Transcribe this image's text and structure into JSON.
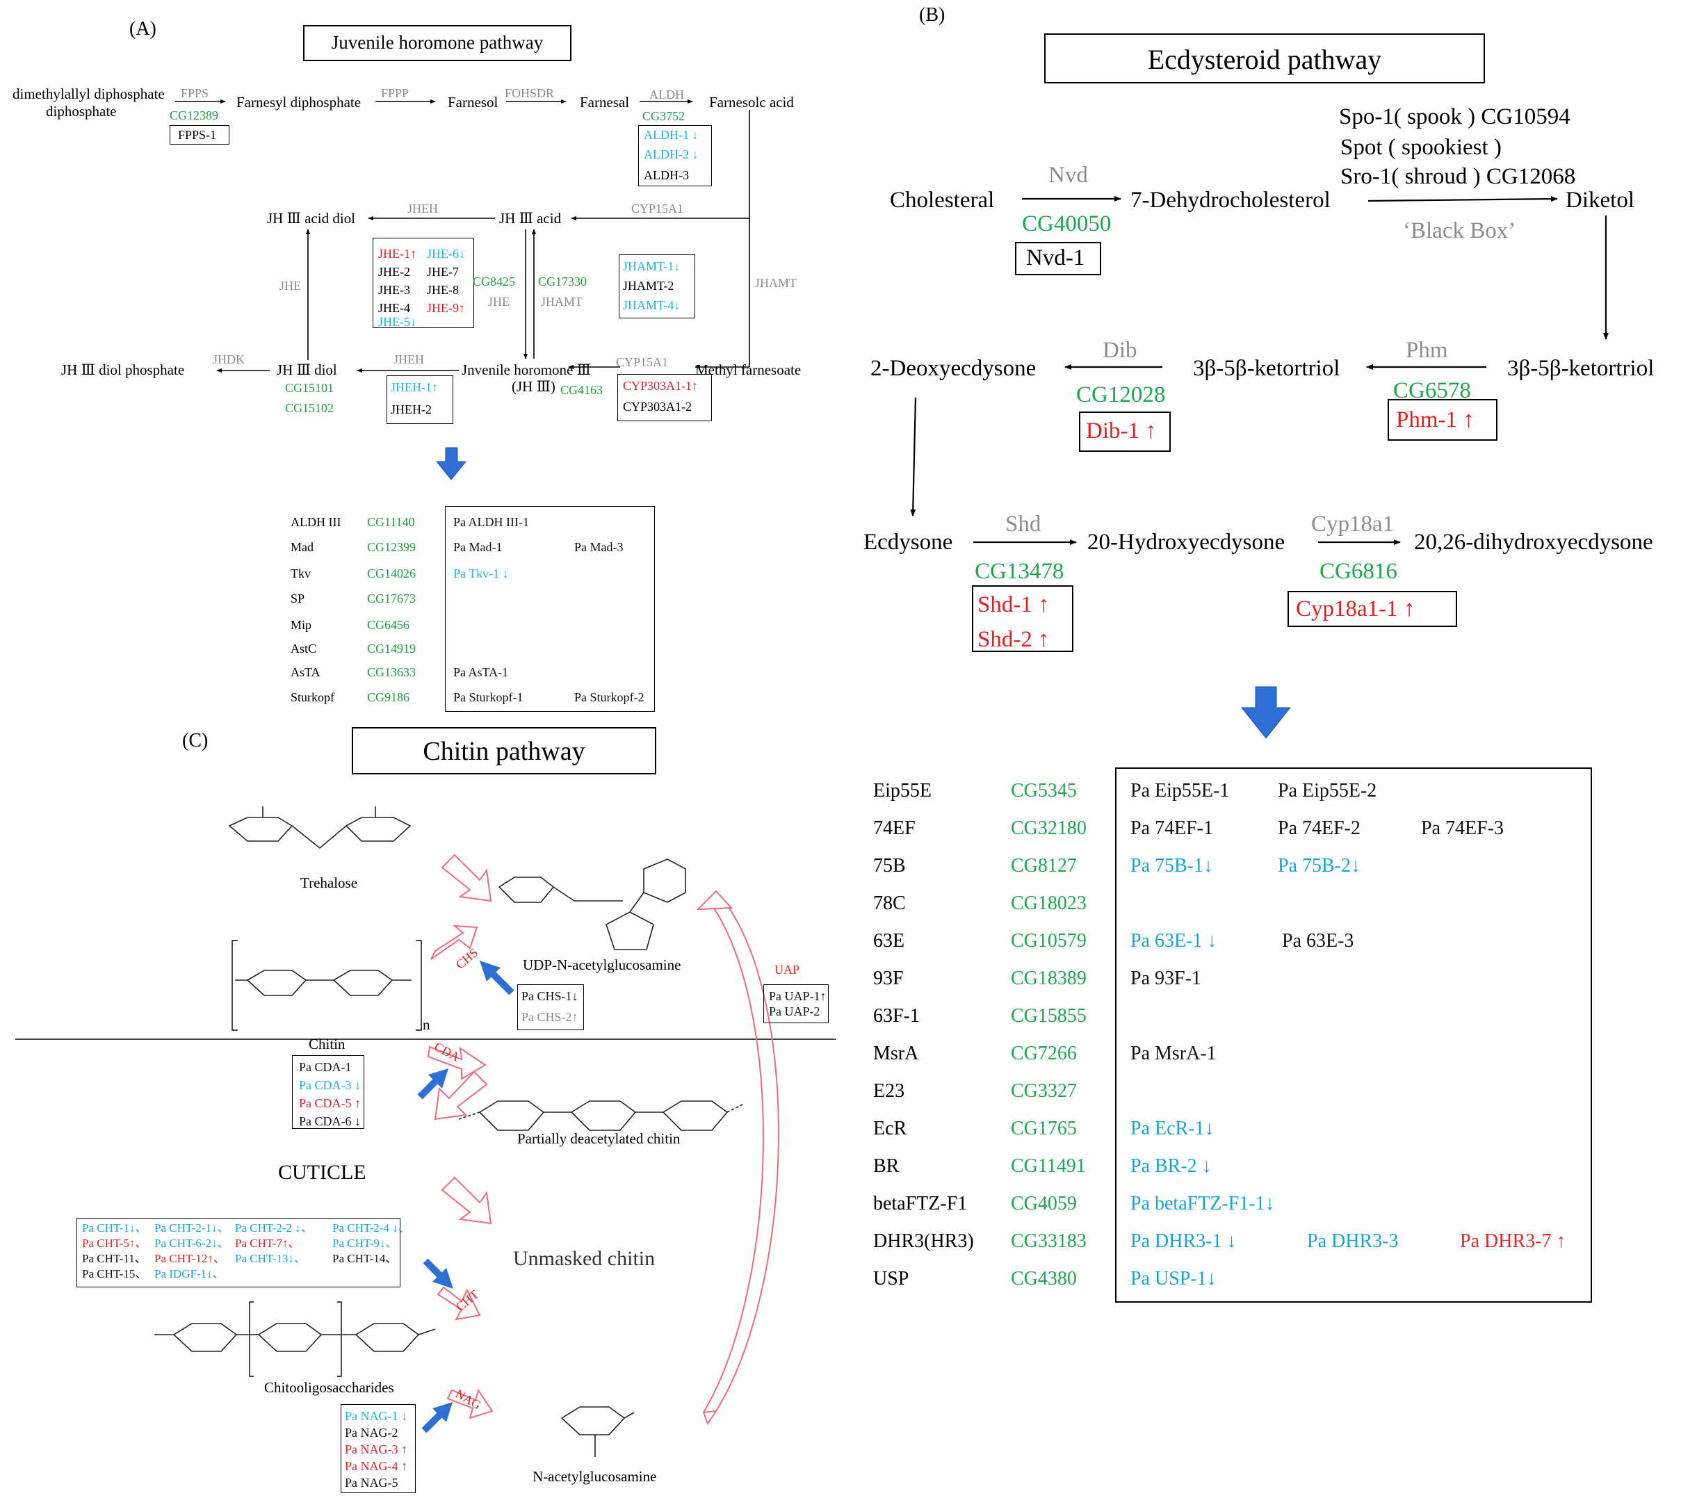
{
  "panels": {
    "A": {
      "label": "(A)",
      "title": "Juvenile horomone pathway",
      "nodes": {
        "dmapp": "dimethylallyl diphosphate",
        "dmapp2": "diphosphate",
        "fpp": "Farnesyl diphosphate",
        "farnesol": "Farnesol",
        "farnesal": "Farnesal",
        "farnesoic": "Farnesolc acid",
        "jh_diol": "JH Ⅲ acid diol",
        "jh_acid": "JH Ⅲ acid",
        "jh3": "Jnvenile horomone Ⅲ",
        "jh3b": "(JH Ⅲ)",
        "mf": "Methyl farnesoate",
        "jh_diol2": "JH Ⅲ diol",
        "jh_diolp": "JH Ⅲ diol phosphate"
      },
      "enzymes": {
        "fpps": "FPPS",
        "fppp": "FPPP",
        "fohsdr": "FOHSDR",
        "aldh": "ALDH",
        "jheh": "JHEH",
        "cyp15a1": "CYP15A1",
        "jhamt": "JHAMT",
        "jhe": "JHE",
        "jhe2": "JHE",
        "jhamt2": "JHAMT",
        "jheh2": "JHEH",
        "cyp15a1b": "CYP15A1",
        "jhdk": "JHDK"
      },
      "cg": {
        "fpps": "CG12389",
        "aldh": "CG3752",
        "cg8425": "CG8425",
        "cg17330": "CG17330",
        "cg15101": "CG15101",
        "cg15102": "CG15102",
        "cg4163": "CG4163"
      },
      "genes": {
        "fpps1": "FPPS-1",
        "aldh1": "ALDH-1 ↓",
        "aldh2": "ALDH-2 ↓",
        "aldh3": "ALDH-3",
        "jhe1": "JHE-1↑",
        "jhe6": "JHE-6↓",
        "jhe2": "JHE-2",
        "jhe7": "JHE-7",
        "jhe3": "JHE-3",
        "jhe8": "JHE-8",
        "jhe4": "JHE-4",
        "jhe9": "JHE-9↑",
        "jhe5": "JHE-5↓",
        "jhamt1": "JHAMT-1↓",
        "jhamt2": "JHAMT-2",
        "jhamt4": "JHAMT-4↓",
        "jheh1": "JHEH-1↑",
        "jheh2": "JHEH-2",
        "cyp1": "CYP303A1-1↑",
        "cyp2": "CYP303A1-2"
      },
      "table": [
        {
          "name": "ALDH III",
          "cg": "CG11140",
          "genes": [
            {
              "t": "Pa ALDH III-1",
              "c": "k"
            }
          ]
        },
        {
          "name": "Mad",
          "cg": "CG12399",
          "genes": [
            {
              "t": "Pa Mad-1",
              "c": "k"
            },
            {
              "t": "Pa Mad-3",
              "c": "k"
            }
          ]
        },
        {
          "name": "Tkv",
          "cg": "CG14026",
          "genes": [
            {
              "t": "Pa Tkv-1 ↓",
              "c": "c"
            }
          ]
        },
        {
          "name": "SP",
          "cg": "CG17673",
          "genes": []
        },
        {
          "name": "Mip",
          "cg": "CG6456",
          "genes": []
        },
        {
          "name": "AstC",
          "cg": "CG14919",
          "genes": []
        },
        {
          "name": "AsTA",
          "cg": "CG13633",
          "genes": [
            {
              "t": "Pa AsTA-1",
              "c": "k"
            }
          ]
        },
        {
          "name": "Sturkopf",
          "cg": "CG9186",
          "genes": [
            {
              "t": "Pa Sturkopf-1",
              "c": "k"
            },
            {
              "t": "Pa Sturkopf-2",
              "c": "k"
            }
          ]
        }
      ]
    },
    "B": {
      "label": "(B)",
      "title": "Ecdysteroid pathway",
      "nodes": {
        "chol": "Cholesteral",
        "dhc": "7-Dehydrocholesterol",
        "diketol": "Diketol",
        "ket1": "3β-5β-ketortriol",
        "ket2": "3β-5β-ketortriol",
        "deoxy": "2-Deoxyecdysone",
        "ecd": "Ecdysone",
        "hydroxy": "20-Hydroxyecdysone",
        "dihydroxy": "20,26-dihydroxyecdysone"
      },
      "spook": [
        "Spo-1( spook ) CG10594",
        "Spot ( spookiest )",
        "Sro-1( shroud ) CG12068"
      ],
      "blackbox": "‘Black Box’",
      "enzymes": {
        "nvd": "Nvd",
        "dib": "Dib",
        "phm": "Phm",
        "shd": "Shd",
        "cyp18": "Cyp18a1"
      },
      "cg": {
        "nvd": "CG40050",
        "dib": "CG12028",
        "phm": "CG6578",
        "shd": "CG13478",
        "cyp18": "CG6816"
      },
      "genes": {
        "nvd1": "Nvd-1",
        "dib1": "Dib-1 ↑",
        "phm1": "Phm-1 ↑",
        "shd1": "Shd-1 ↑",
        "shd2": "Shd-2 ↑",
        "cyp18": "Cyp18a1-1 ↑"
      },
      "table": [
        {
          "name": "Eip55E",
          "cg": "CG5345",
          "genes": [
            {
              "t": "Pa Eip55E-1",
              "c": "k"
            },
            {
              "t": "Pa Eip55E-2",
              "c": "k"
            }
          ]
        },
        {
          "name": "74EF",
          "cg": "CG32180",
          "genes": [
            {
              "t": "Pa 74EF-1",
              "c": "k"
            },
            {
              "t": "Pa 74EF-2",
              "c": "k"
            },
            {
              "t": "Pa 74EF-3",
              "c": "k"
            }
          ]
        },
        {
          "name": "75B",
          "cg": "CG8127",
          "genes": [
            {
              "t": "Pa 75B-1↓",
              "c": "c2"
            },
            {
              "t": "Pa 75B-2↓",
              "c": "c2"
            }
          ]
        },
        {
          "name": "78C",
          "cg": "CG18023",
          "genes": []
        },
        {
          "name": "63E",
          "cg": "CG10579",
          "genes": [
            {
              "t": "Pa 63E-1 ↓",
              "c": "c2"
            },
            {
              "t": "Pa 63E-3",
              "c": "k"
            }
          ]
        },
        {
          "name": "93F",
          "cg": "CG18389",
          "genes": [
            {
              "t": "Pa 93F-1",
              "c": "k"
            }
          ]
        },
        {
          "name": "63F-1",
          "cg": "CG15855",
          "genes": []
        },
        {
          "name": "MsrA",
          "cg": "CG7266",
          "genes": [
            {
              "t": "Pa MsrA-1",
              "c": "k"
            }
          ]
        },
        {
          "name": "E23",
          "cg": "CG3327",
          "genes": []
        },
        {
          "name": "EcR",
          "cg": "CG1765",
          "genes": [
            {
              "t": "Pa EcR-1↓",
              "c": "c2"
            }
          ]
        },
        {
          "name": "BR",
          "cg": "CG11491",
          "genes": [
            {
              "t": "Pa BR-2 ↓",
              "c": "c2"
            }
          ]
        },
        {
          "name": "betaFTZ-F1",
          "cg": "CG4059",
          "genes": [
            {
              "t": "Pa betaFTZ-F1-1↓",
              "c": "c2"
            }
          ]
        },
        {
          "name": "DHR3(HR3)",
          "cg": "CG33183",
          "genes": [
            {
              "t": "Pa DHR3-1 ↓",
              "c": "c2"
            },
            {
              "t": "Pa DHR3-3",
              "c": "c2"
            },
            {
              "t": "Pa DHR3-7 ↑",
              "c": "r2"
            }
          ]
        },
        {
          "name": "USP",
          "cg": "CG4380",
          "genes": [
            {
              "t": "Pa USP-1↓",
              "c": "c2"
            }
          ]
        }
      ]
    },
    "C": {
      "label": "(C)",
      "title": "Chitin pathway",
      "molecules": {
        "trehalose": "Trehalose",
        "udp": "UDP-N-acetylglucosamine",
        "chitin": "Chitin",
        "partial": "Partially deacetylated chitin",
        "cuticle": "CUTICLE",
        "unmasked": "Unmasked chitin",
        "cos": "Chitooligosaccharides",
        "nag": "N-acetylglucosamine"
      },
      "enzymes": {
        "chs": "CHS",
        "cda": "CDA",
        "cht": "CHT",
        "nag": "NAG",
        "uap": "UAP"
      },
      "chs_genes": [
        {
          "t": "Pa CHS-1↓",
          "c": "k"
        },
        {
          "t": "Pa CHS-2↑",
          "c": "gr"
        }
      ],
      "uap_genes": [
        {
          "t": "Pa UAP-1↑",
          "c": "k"
        },
        {
          "t": "Pa UAP-2",
          "c": "k"
        }
      ],
      "cda_genes": [
        {
          "t": "Pa CDA-1",
          "c": "k"
        },
        {
          "t": "Pa CDA-3 ↓",
          "c": "c"
        },
        {
          "t": "Pa CDA-5 ↑",
          "c": "r"
        },
        {
          "t": "Pa CDA-6 ↓",
          "c": "k"
        }
      ],
      "cht_lines": [
        [
          {
            "t": "Pa CHT-1↓、",
            "c": "c2"
          },
          {
            "t": "Pa CHT-2-1↓、",
            "c": "c2"
          },
          {
            "t": "Pa CHT-2-2 ↓、",
            "c": "c2"
          },
          {
            "t": "Pa CHT-2-4 ↓、",
            "c": "c2"
          }
        ],
        [
          {
            "t": "Pa CHT-5↑、",
            "c": "r"
          },
          {
            "t": "Pa CHT-6-2↓、",
            "c": "c2"
          },
          {
            "t": "Pa CHT-7↑、",
            "c": "r"
          },
          {
            "t": "Pa CHT-9↓、",
            "c": "c2"
          }
        ],
        [
          {
            "t": "Pa CHT-11、",
            "c": "k"
          },
          {
            "t": "Pa CHT-12↑、",
            "c": "r"
          },
          {
            "t": "Pa CHT-13↓、",
            "c": "c2"
          },
          {
            "t": "Pa CHT-14、",
            "c": "k"
          }
        ],
        [
          {
            "t": "Pa CHT-15、",
            "c": "k"
          },
          {
            "t": "Pa IDGF-1↓、",
            "c": "c2"
          }
        ]
      ],
      "nag_genes": [
        {
          "t": "Pa NAG-1 ↓",
          "c": "c"
        },
        {
          "t": "Pa NAG-2",
          "c": "k"
        },
        {
          "t": "Pa NAG-3 ↑",
          "c": "r"
        },
        {
          "t": "Pa NAG-4 ↑",
          "c": "r"
        },
        {
          "t": "Pa NAG-5",
          "c": "k"
        }
      ]
    }
  }
}
